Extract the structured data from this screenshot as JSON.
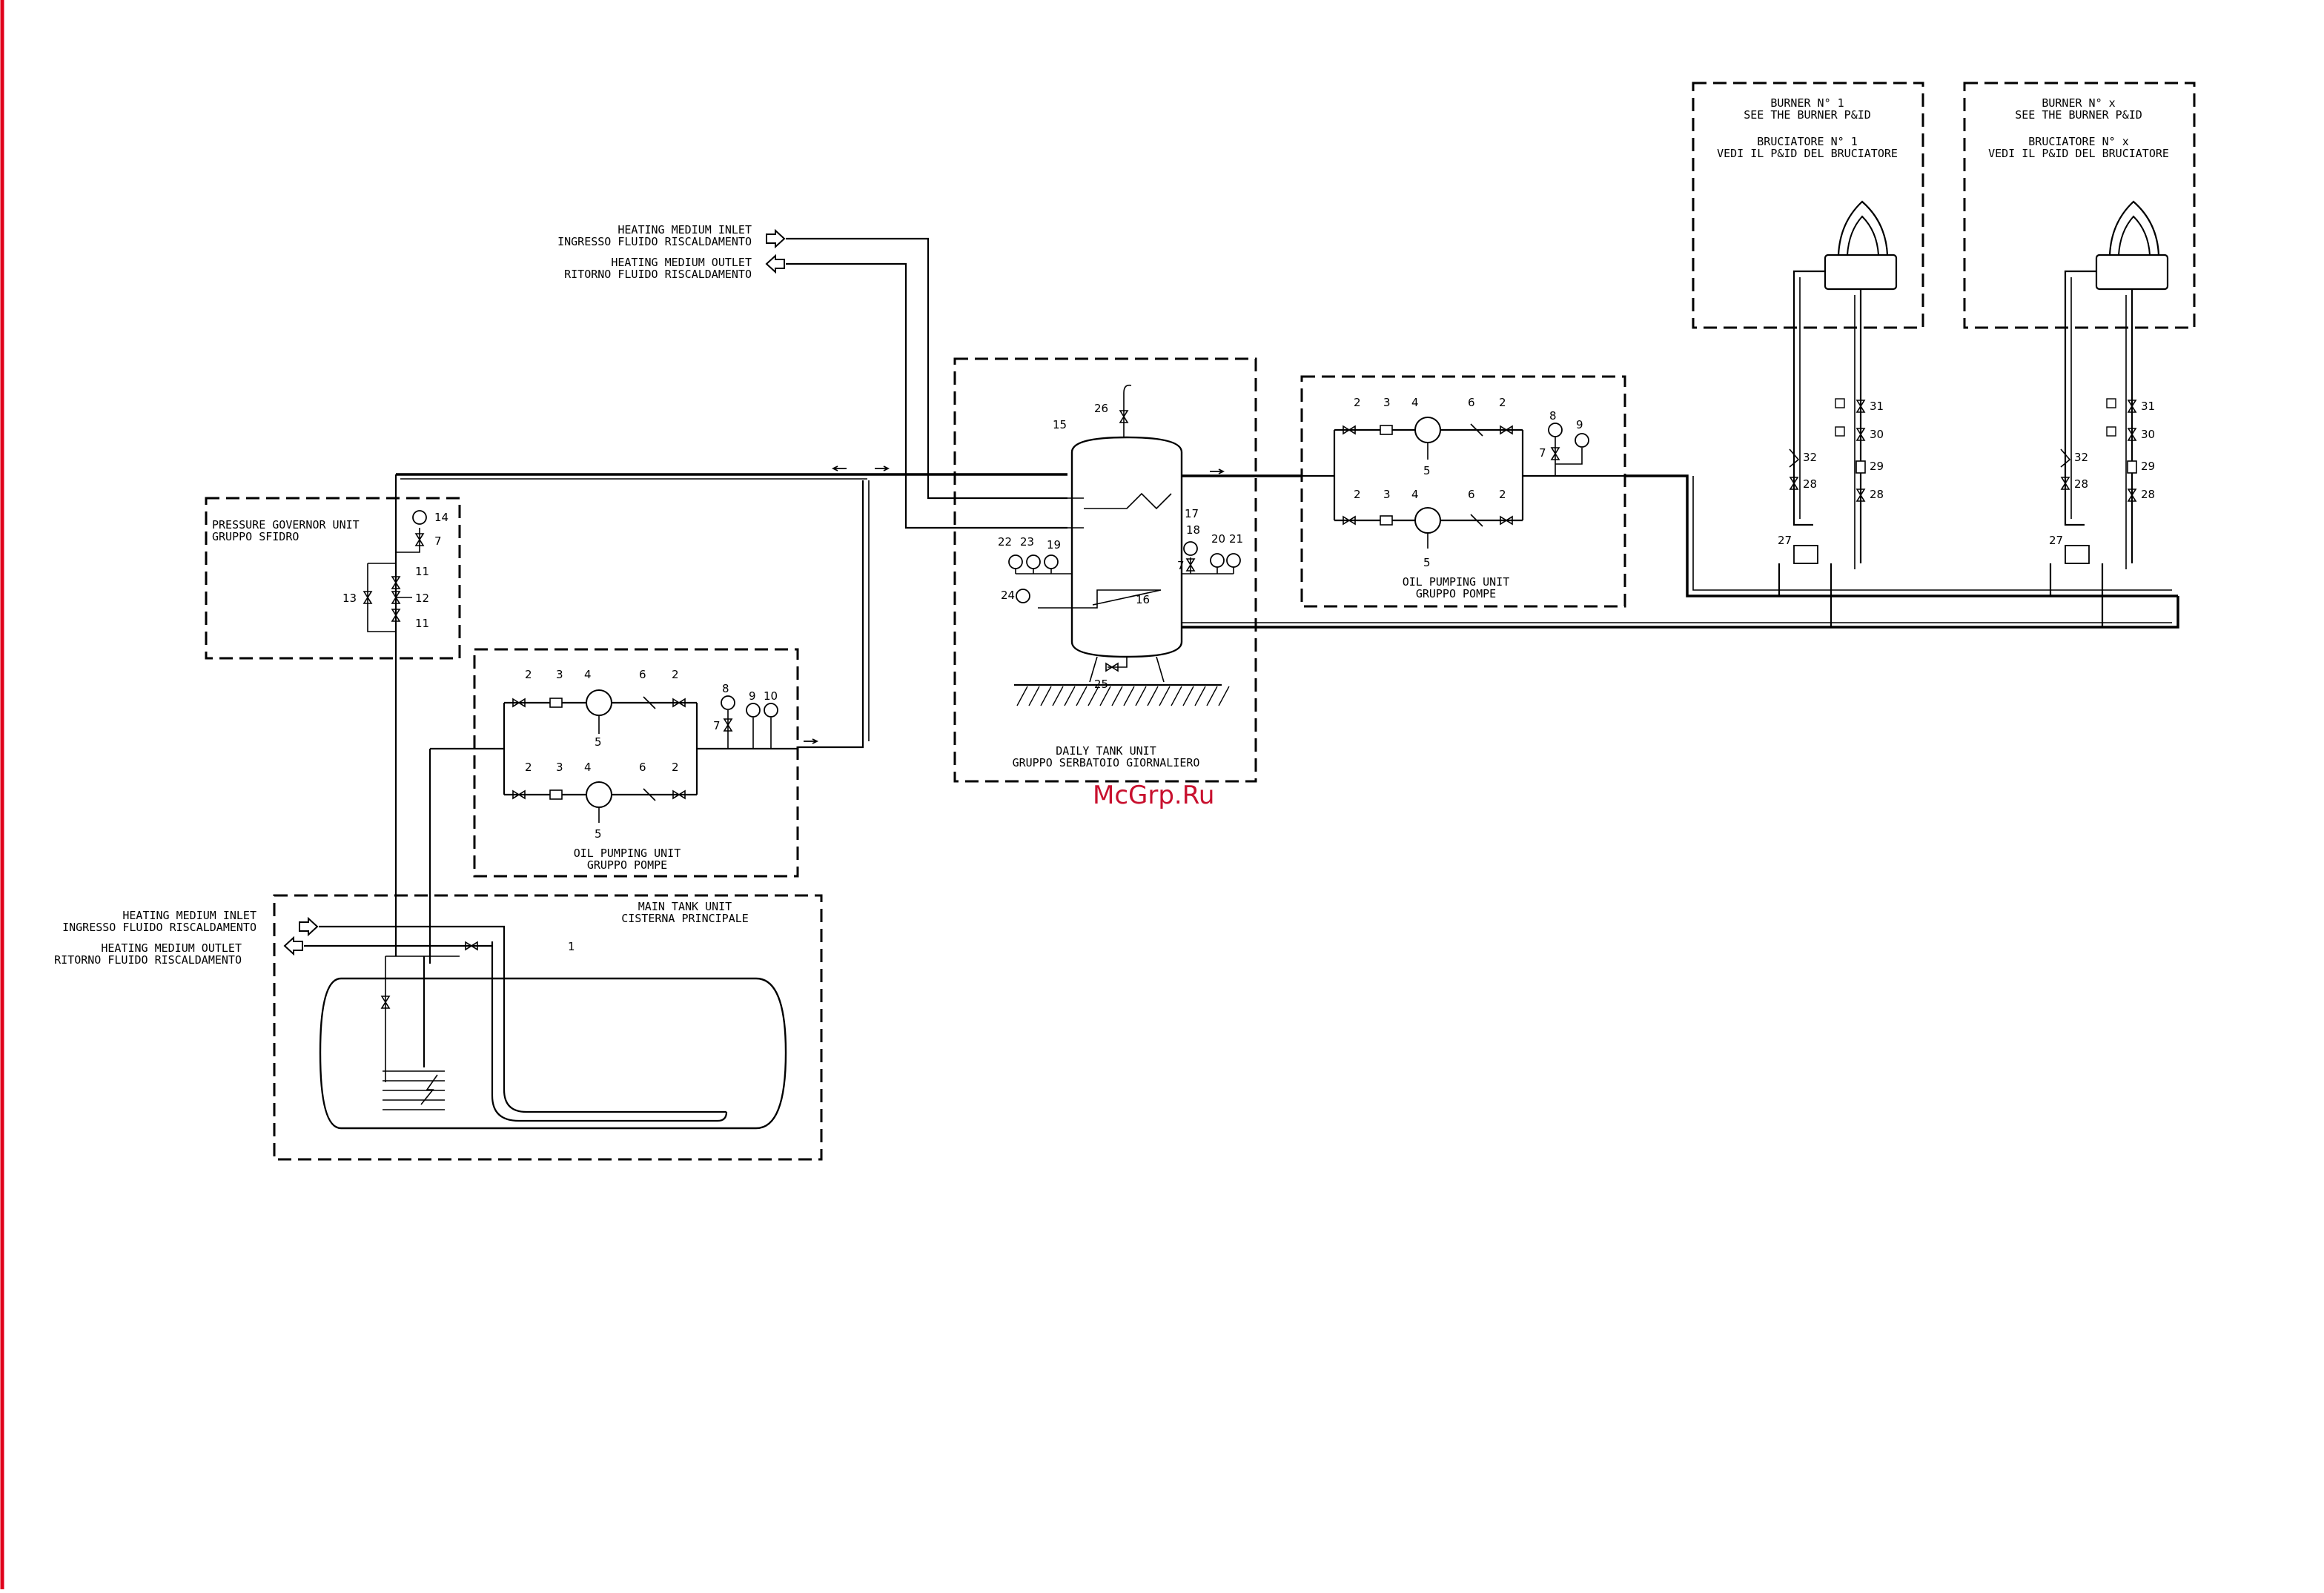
{
  "watermark": "McGrp.Ru",
  "colors": {
    "border": "#e0001b",
    "watermark": "#c8102e",
    "ink": "#000000"
  },
  "top_heating": {
    "inlet_en": "HEATING MEDIUM INLET",
    "inlet_it": "INGRESSO FLUIDO RISCALDAMENTO",
    "outlet_en": "HEATING MEDIUM OUTLET",
    "outlet_it": "RITORNO FLUIDO RISCALDAMENTO"
  },
  "bottom_heating": {
    "inlet_en": "HEATING MEDIUM INLET",
    "inlet_it": "INGRESSO FLUIDO RISCALDAMENTO",
    "outlet_en": "HEATING MEDIUM OUTLET",
    "outlet_it": "RITORNO FLUIDO RISCALDAMENTO"
  },
  "pressure_governor": {
    "title_en": "PRESSURE GOVERNOR UNIT",
    "title_it": "GRUPPO SFIDRO",
    "nums": {
      "n14": "14",
      "n7": "7",
      "n11a": "11",
      "n13": "13",
      "n12": "12",
      "n11b": "11"
    }
  },
  "main_tank": {
    "title_en": "MAIN TANK UNIT",
    "title_it": "CISTERNA PRINCIPALE",
    "n1": "1"
  },
  "pump_left": {
    "title_en": "OIL PUMPING UNIT",
    "title_it": "GRUPPO POMPE",
    "top_nums": [
      "2",
      "3",
      "4",
      "6",
      "2"
    ],
    "bot_nums": [
      "2",
      "3",
      "4",
      "6",
      "2"
    ],
    "n5a": "5",
    "n5b": "5",
    "n8": "8",
    "n7": "7",
    "n9": "9",
    "n10": "10"
  },
  "daily_tank": {
    "title_en": "DAILY TANK UNIT",
    "title_it": "GRUPPO SERBATOIO GIORNALIERO",
    "nums": {
      "n26": "26",
      "n15": "15",
      "n17": "17",
      "n18": "18",
      "n20": "20",
      "n21": "21",
      "n7": "7",
      "n22": "22",
      "n23": "23",
      "n19": "19",
      "n24": "24",
      "n16": "16",
      "n25": "25"
    }
  },
  "pump_right": {
    "title_en": "OIL PUMPING UNIT",
    "title_it": "GRUPPO POMPE",
    "top_nums": [
      "2",
      "3",
      "4",
      "6",
      "2"
    ],
    "bot_nums": [
      "2",
      "3",
      "4",
      "6",
      "2"
    ],
    "n5a": "5",
    "n5b": "5",
    "n8": "8",
    "n9": "9",
    "n7": "7"
  },
  "burner1": {
    "line1": "BURNER N° 1",
    "line2": "SEE THE BURNER P&ID",
    "line3": "BRUCIATORE N° 1",
    "line4": "VEDI IL P&ID DEL BRUCIATORE",
    "nums": {
      "n31": "31",
      "n30": "30",
      "n32": "32",
      "n29": "29",
      "n28a": "28",
      "n28b": "28",
      "n27": "27"
    }
  },
  "burner2": {
    "line1": "BURNER N° x",
    "line2": "SEE THE BURNER P&ID",
    "line3": "BRUCIATORE N° x",
    "line4": "VEDI IL P&ID DEL BRUCIATORE",
    "nums": {
      "n31": "31",
      "n30": "30",
      "n32": "32",
      "n29": "29",
      "n28a": "28",
      "n28b": "28",
      "n27": "27"
    }
  }
}
